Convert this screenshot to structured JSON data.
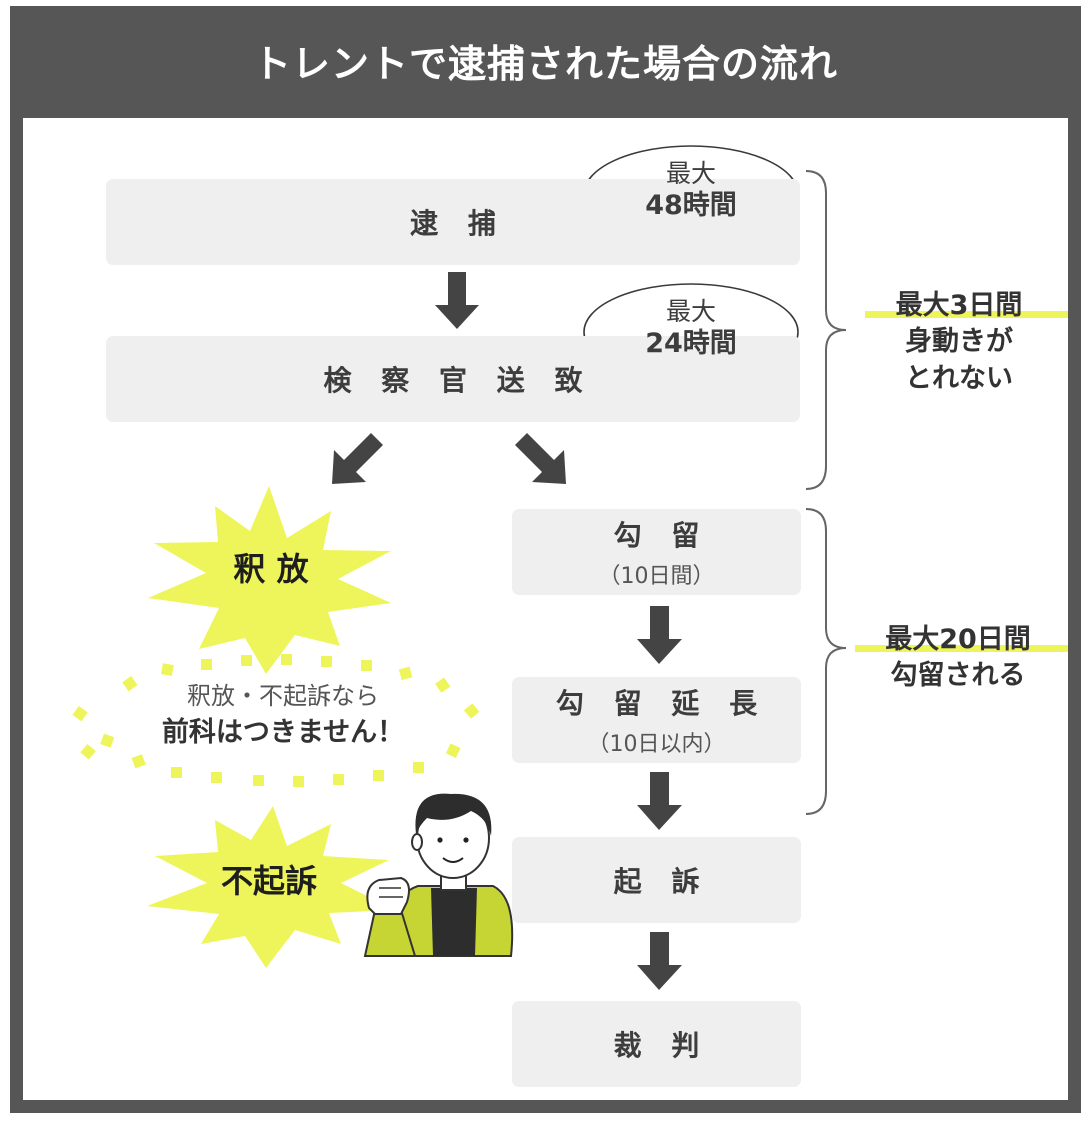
{
  "title": "トレントで逮捕された場合の流れ",
  "flow": {
    "arrest": "逮 捕",
    "prosecution_referral": "検 察 官 送 致",
    "detention": "勾 留",
    "detention_sub": "（10日間）",
    "detention_extension": "勾 留 延 長",
    "detention_extension_sub": "（10日以内）",
    "indictment": "起 訴",
    "trial": "裁 判"
  },
  "bubbles": {
    "arrest_limit_line1": "最大",
    "arrest_limit_line2": "48時間",
    "referral_limit_line1": "最大",
    "referral_limit_line2": "24時間"
  },
  "side_labels": {
    "first_line1": "最大3日間",
    "first_line2": "身動きが",
    "first_line3": "とれない",
    "second_line1": "最大20日間",
    "second_line2": "勾留される"
  },
  "outcomes": {
    "release": "釈 放",
    "non_indictment": "不起訴",
    "note_line1": "釈放・不起訴なら",
    "note_line2": "前科はつきません！"
  },
  "colors": {
    "header": "#565656",
    "box": "#efefef",
    "arrow": "#444444",
    "accent": "#eef55a"
  }
}
